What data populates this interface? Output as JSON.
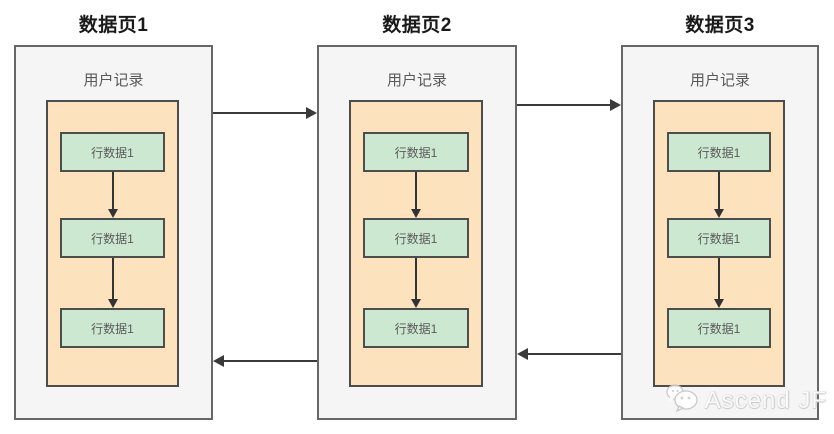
{
  "diagram": {
    "pages": [
      {
        "title": "数据页1",
        "record_label": "用户记录",
        "rows": [
          "行数据1",
          "行数据1",
          "行数据1"
        ]
      },
      {
        "title": "数据页2",
        "record_label": "用户记录",
        "rows": [
          "行数据1",
          "行数据1",
          "行数据1"
        ]
      },
      {
        "title": "数据页3",
        "record_label": "用户记录",
        "rows": [
          "行数据1",
          "行数据1",
          "行数据1"
        ]
      }
    ],
    "arrows": {
      "forward_count": 2,
      "backward_count": 2
    },
    "watermark": {
      "icon": "wechat-chat-bubbles-icon",
      "text": "Ascend JF"
    },
    "colors": {
      "page_fill": "#f5f5f5",
      "page_border": "#676767",
      "record_fill": "#fce3bd",
      "record_border": "#4d4d4d",
      "row_fill": "#cde8d1",
      "row_border": "#4d4d4d",
      "arrow": "#3a3a3a",
      "title_text": "#1a1a1a",
      "label_text": "#595959",
      "watermark_text": "#f2f2f2"
    }
  }
}
